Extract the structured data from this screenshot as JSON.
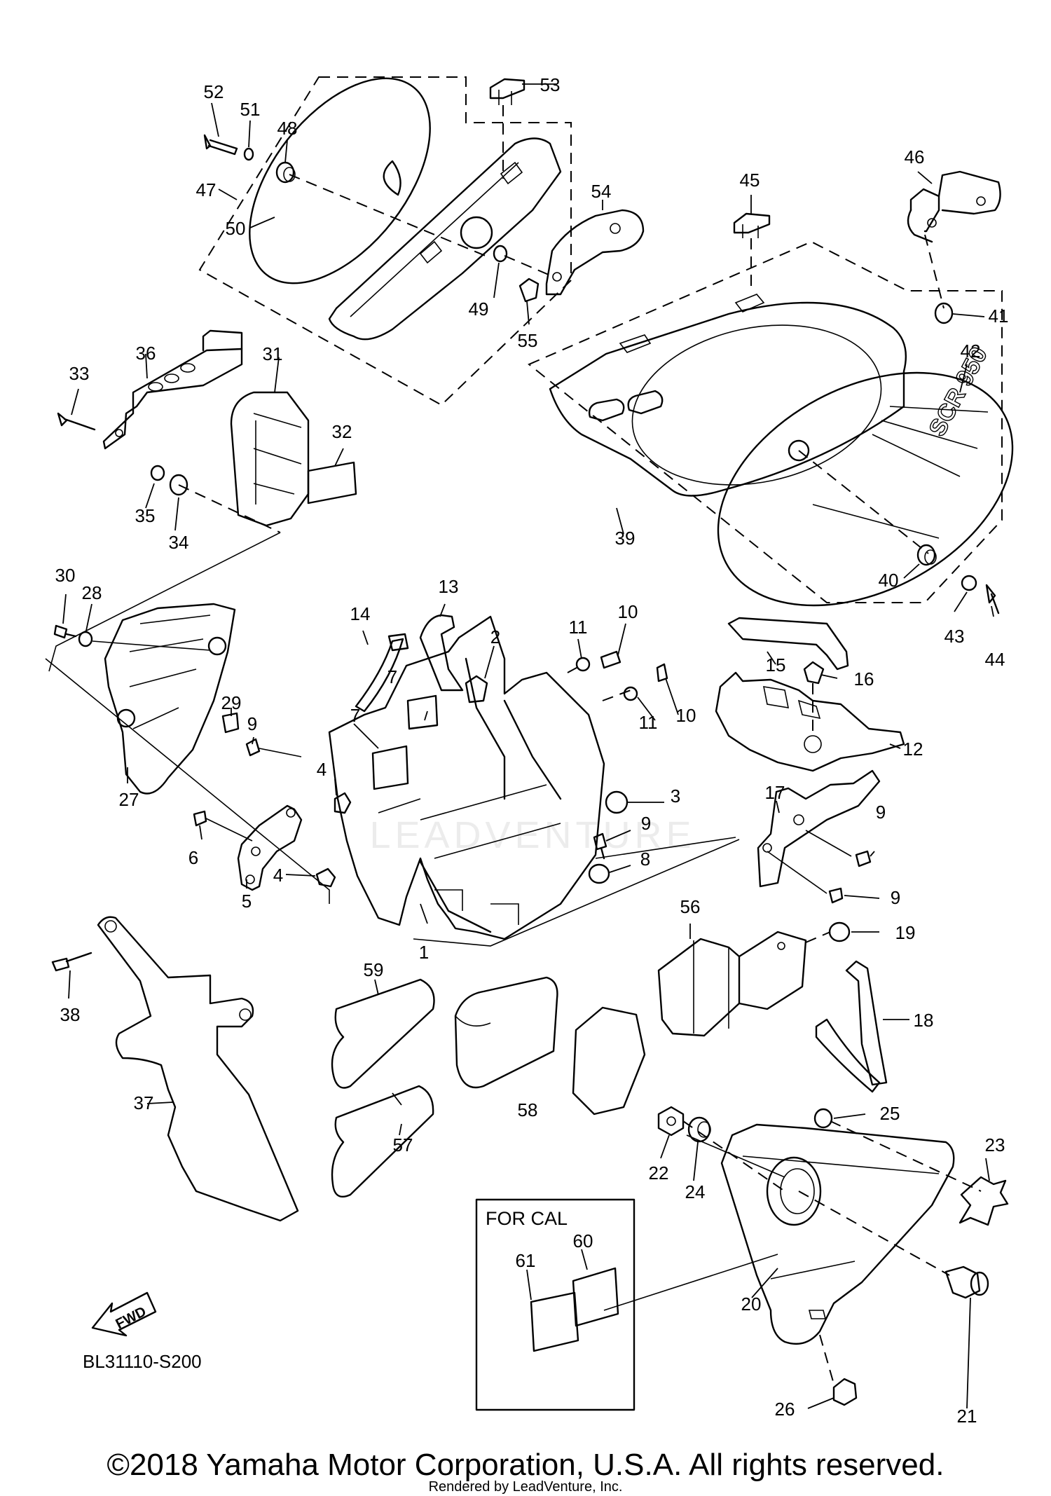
{
  "diagram": {
    "code": "BL31110-S200",
    "for_cal": {
      "title": "FOR CAL",
      "parts": [
        "60",
        "61"
      ]
    },
    "fwd_label": "FWD",
    "emblem_text": "SCR 950",
    "watermark": "LEADVENTURE",
    "copyright": "©2018 Yamaha Motor Corporation, U.S.A. All rights reserved.",
    "rendered_by": "Rendered by LeadVenture, Inc.",
    "callouts": [
      "1",
      "2",
      "3",
      "4",
      "4",
      "5",
      "6",
      "7",
      "7",
      "8",
      "9",
      "9",
      "9",
      "9",
      "10",
      "10",
      "11",
      "11",
      "12",
      "13",
      "14",
      "15",
      "16",
      "17",
      "18",
      "19",
      "20",
      "21",
      "22",
      "23",
      "24",
      "25",
      "26",
      "27",
      "28",
      "29",
      "30",
      "31",
      "32",
      "33",
      "34",
      "35",
      "36",
      "37",
      "38",
      "39",
      "40",
      "41",
      "42",
      "43",
      "44",
      "45",
      "46",
      "47",
      "48",
      "49",
      "50",
      "51",
      "52",
      "53",
      "54",
      "55",
      "56",
      "57",
      "58",
      "59",
      "60",
      "61"
    ]
  }
}
